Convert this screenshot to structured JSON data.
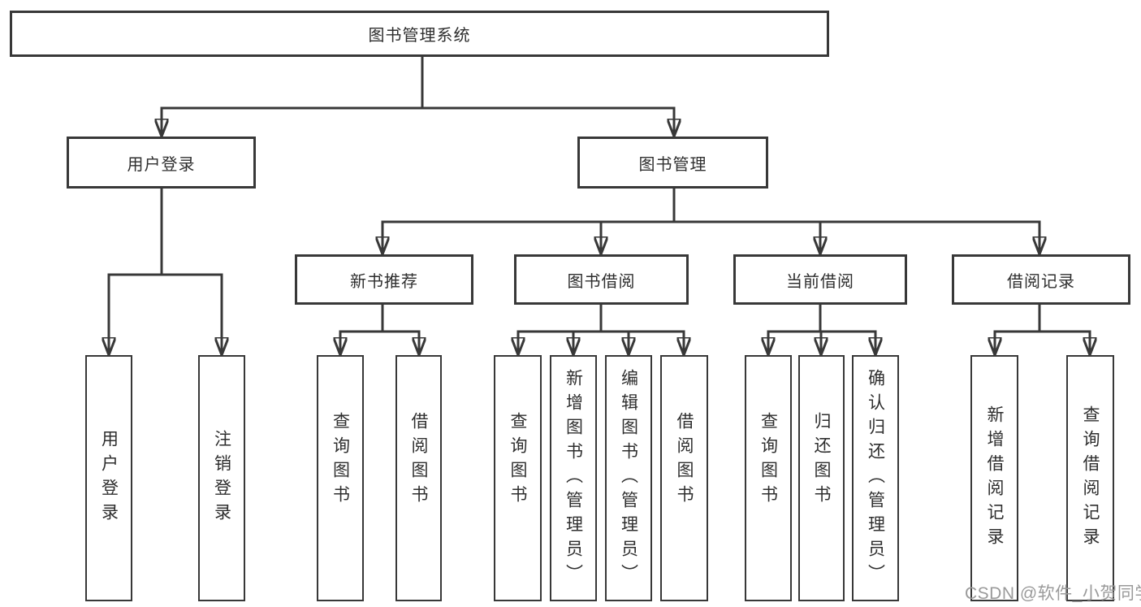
{
  "colors": {
    "line": "#383838",
    "text": "#2e2e2e",
    "box_background": "#ffffff",
    "page_background": "#ffffff",
    "watermark": "#9a9a9a"
  },
  "nodes": {
    "root": {
      "label": "图书管理系统"
    },
    "level1": [
      {
        "label": "用户登录"
      },
      {
        "label": "图书管理"
      }
    ],
    "level2": [
      {
        "label": "新书推荐"
      },
      {
        "label": "图书借阅"
      },
      {
        "label": "当前借阅"
      },
      {
        "label": "借阅记录"
      }
    ],
    "leaves": {
      "login": [
        {
          "label": "用户登录"
        },
        {
          "label": "注销登录"
        }
      ],
      "recommend": [
        {
          "label": "查询图书"
        },
        {
          "label": "借阅图书"
        }
      ],
      "borrow": [
        {
          "label": "查询图书"
        },
        {
          "label": "新增图书（管理员）"
        },
        {
          "label": "编辑图书（管理员）"
        },
        {
          "label": "借阅图书"
        }
      ],
      "current": [
        {
          "label": "查询图书"
        },
        {
          "label": "归还图书"
        },
        {
          "label": "确认归还（管理员）"
        }
      ],
      "records": [
        {
          "label": "新增借阅记录"
        },
        {
          "label": "查询借阅记录"
        }
      ]
    }
  },
  "watermark": {
    "text": "CSDN @软件_小贺同学"
  }
}
